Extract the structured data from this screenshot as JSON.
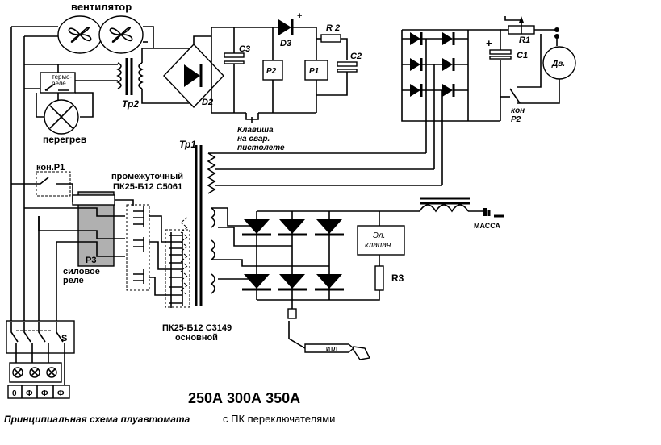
{
  "labels": {
    "fan": "вентилятор",
    "thermo_relay_line1": "термо-",
    "thermo_relay_line2": "реле",
    "overheat": "перегрев",
    "tr2": "Тр2",
    "d2": "D2",
    "c3": "C3",
    "p2": "P2",
    "d3": "D3",
    "plus": "+",
    "r2": "R 2",
    "p1": "P1",
    "c2": "C2",
    "button_line1": "Клавиша",
    "button_line2": "на свар.",
    "button_line3": "пистолете",
    "tr1": "Тр1",
    "c1": "C1",
    "r1": "R1",
    "motor": "Дв.",
    "contact_p2_line1": "кон",
    "contact_p2_line2": "P2",
    "contact_p1": "кон.P1",
    "intermediate": "промежуточный",
    "pk_intermediate": "ПК25-Б12  С5061",
    "p3": "P3",
    "power_relay_line1": "силовое",
    "power_relay_line2": "реле",
    "pk_main": "ПК25-Б12  С3149",
    "main": "основной",
    "valve_line1": "Эл.",
    "valve_line2": "клапан",
    "r3": "R3",
    "ground": "МАССА",
    "torch": "ИТЛ",
    "switch_s": "S",
    "terminal_0": "0",
    "terminal_f1": "Ф",
    "terminal_f2": "Ф",
    "terminal_f3": "Ф",
    "currents": "250А  300А  350А",
    "caption_a": "Принципиальная схема плуавтомата",
    "caption_b": "с ПК переключателями"
  },
  "colors": {
    "ink": "#000000",
    "relay_fill": "#b0b0b0",
    "background": "#ffffff"
  }
}
